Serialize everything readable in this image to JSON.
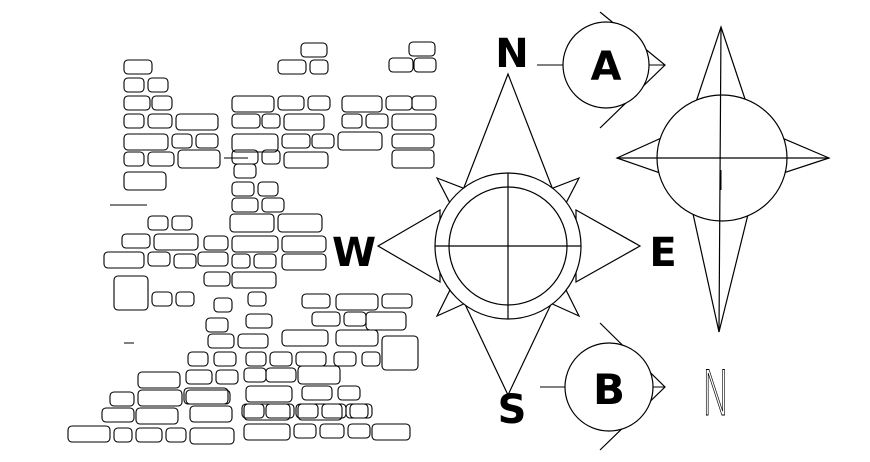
{
  "compass_main": {
    "north": "N",
    "south": "S",
    "east": "E",
    "west": "W"
  },
  "markers": {
    "a": "A",
    "b": "B"
  },
  "north_sign": "N"
}
